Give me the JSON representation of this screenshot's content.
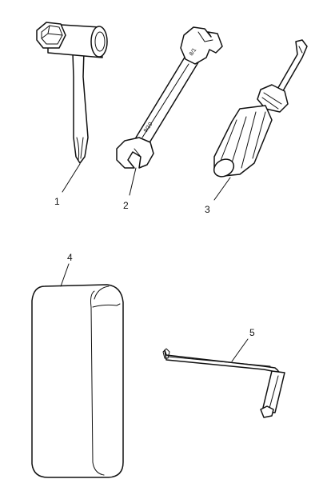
{
  "diagram": {
    "parts": [
      {
        "id": "1",
        "label": "1",
        "tool": "spark-plug-socket-wrench"
      },
      {
        "id": "2",
        "label": "2",
        "tool": "open-end-wrench",
        "stamped_text": [
          "9/10",
          "8/1"
        ]
      },
      {
        "id": "3",
        "label": "3",
        "tool": "screwdriver"
      },
      {
        "id": "4",
        "label": "4",
        "tool": "tool-pouch"
      },
      {
        "id": "5",
        "label": "5",
        "tool": "hex-key"
      }
    ]
  }
}
